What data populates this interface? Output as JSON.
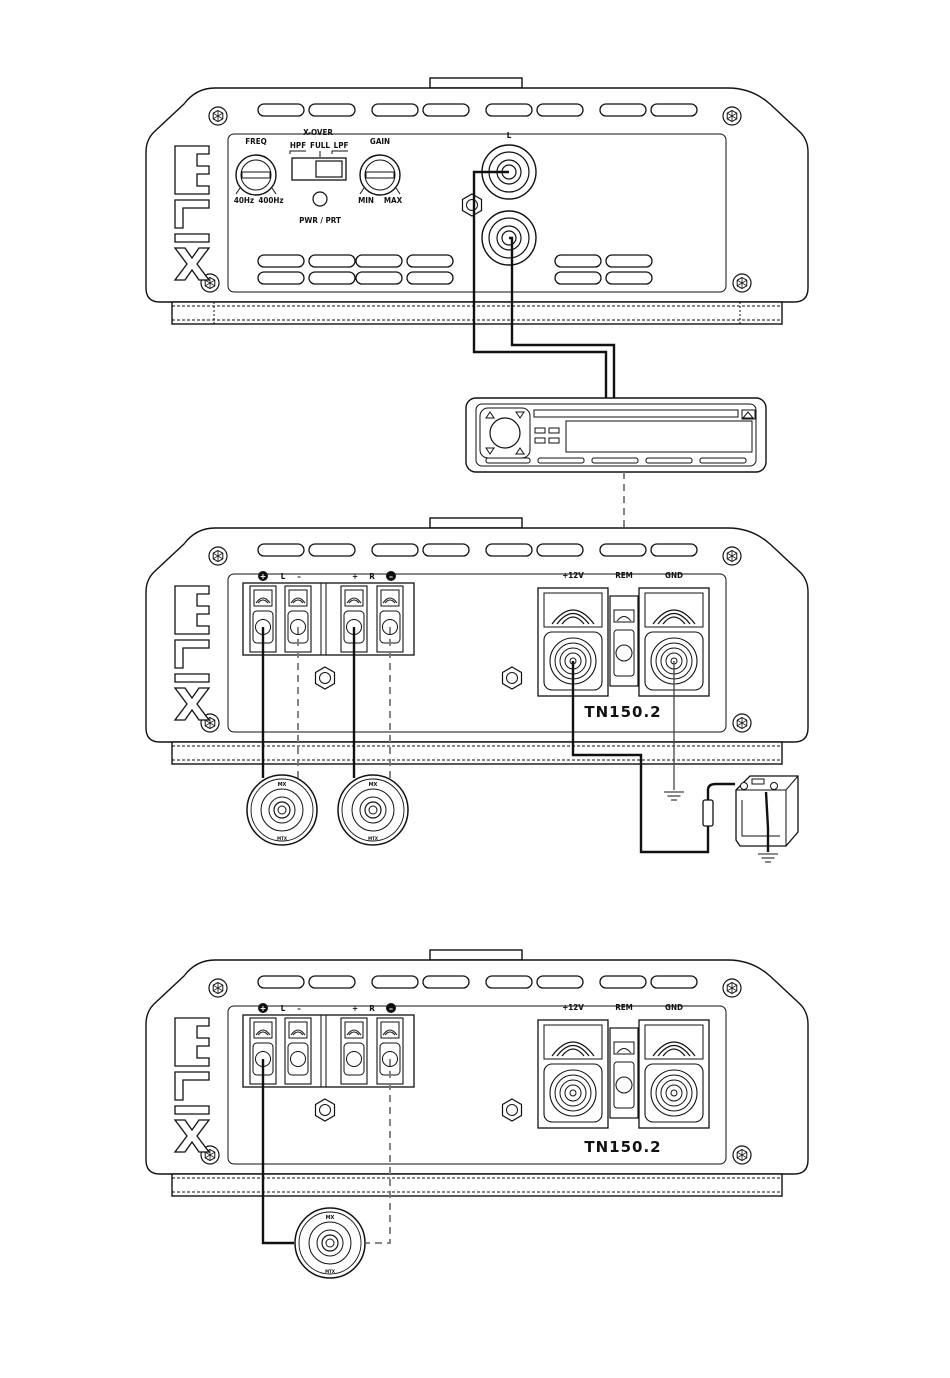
{
  "amp_top": {
    "freq_label": "FREQ",
    "freq_min": "40Hz",
    "freq_max": "400Hz",
    "xover_label": "X-OVER",
    "xover_hpf": "HPF",
    "xover_full": "FULL",
    "xover_lpf": "LPF",
    "gain_label": "GAIN",
    "gain_min": "MIN",
    "gain_max": "MAX",
    "pwr_label": "PWR / PRT",
    "rca_l_label": "L"
  },
  "amp_mid": {
    "pos_left": "+",
    "ch_left": "L",
    "neg_left": "–",
    "pos_right": "+",
    "ch_right": "R",
    "neg_right": "–",
    "power_label": "+12V",
    "remote_label": "REM",
    "ground_label": "GND",
    "model": "TN150.2"
  },
  "amp_bot": {
    "pos_left": "+",
    "ch_left": "L",
    "neg_left": "–",
    "pos_right": "+",
    "ch_right": "R",
    "neg_right": "–",
    "power_label": "+12V",
    "remote_label": "REM",
    "ground_label": "GND",
    "model": "TN150.2"
  }
}
